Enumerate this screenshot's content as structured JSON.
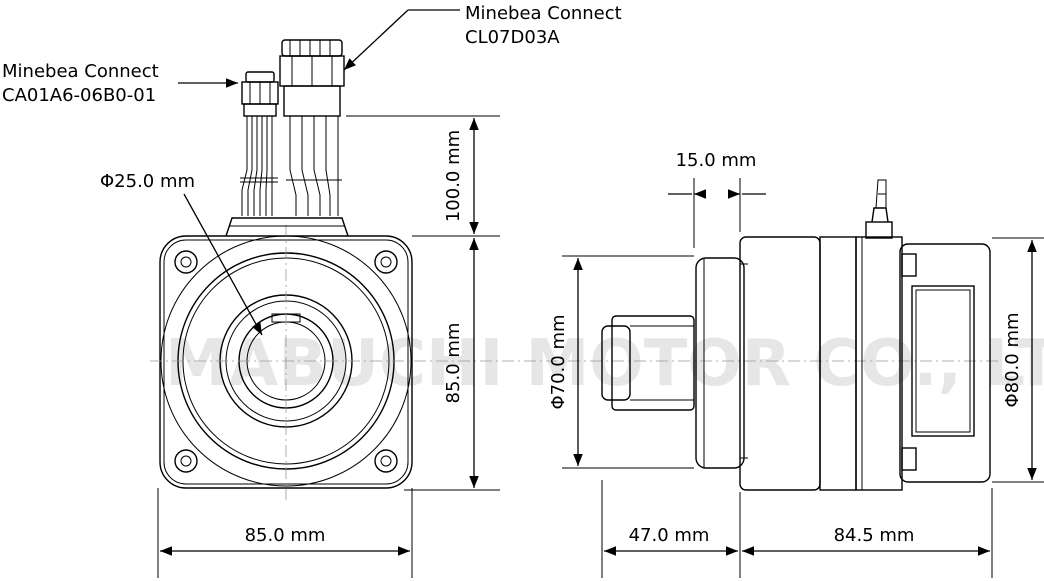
{
  "watermark": "MABUCHI MOTOR CO., LTD",
  "callouts": {
    "connector_main_line1": "Minebea Connect",
    "connector_main_line2": "CL07D03A",
    "connector_small_line1": "Minebea Connect",
    "connector_small_line2": "CA01A6-06B0-01",
    "shaft_diameter": "Φ25.0 mm"
  },
  "dimensions": {
    "lead_length": "100.0 mm",
    "front_height": "85.0 mm",
    "front_width": "85.0 mm",
    "flange_thickness": "15.0 mm",
    "gear_diameter": "Φ70.0 mm",
    "body_diameter": "Φ80.0 mm",
    "gear_length": "47.0 mm",
    "body_length": "84.5 mm"
  }
}
